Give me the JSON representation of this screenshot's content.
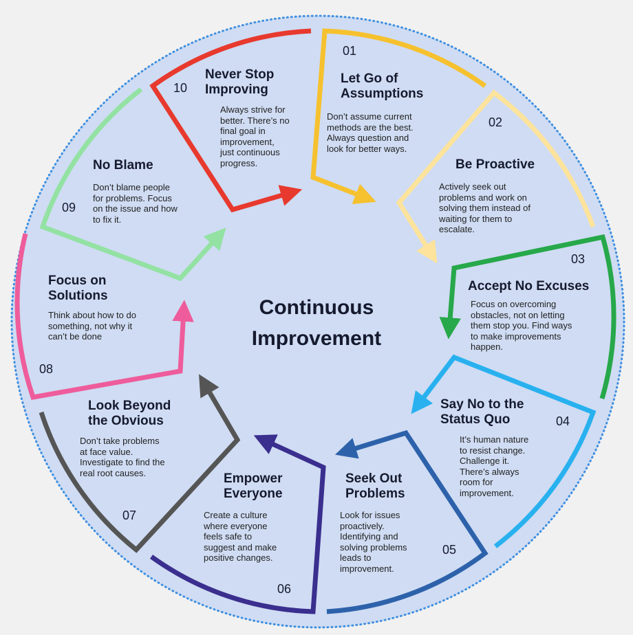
{
  "center_title": "Continuous\nImprovement",
  "steps": [
    {
      "number": "01",
      "title": "Let Go of\nAssumptions",
      "text": "Don’t assume current\nmethods are the best.\nAlways question and\nlook for better ways.",
      "color": "#f6c12e"
    },
    {
      "number": "02",
      "title": "Be Proactive",
      "text": "Actively seek out\nproblems and work on\nsolving them instead of\nwaiting for them to\nescalate.",
      "color": "#fde39b"
    },
    {
      "number": "03",
      "title": "Accept No Excuses",
      "text": "Focus on overcoming\nobstacles, not on letting\nthem stop you. Find ways\nto make improvements\nhappen.",
      "color": "#27a84a"
    },
    {
      "number": "04",
      "title": "Say No to the\nStatus Quo",
      "text": "It’s human nature\nto resist change.\nChallenge it.\nThere’s always\nroom for\nimprovement.",
      "color": "#29b1ef"
    },
    {
      "number": "05",
      "title": "Seek Out\nProblems",
      "text": "Look for issues\nproactively.\nIdentifying and\nsolving problems\nleads to\nimprovement.",
      "color": "#2d62ab"
    },
    {
      "number": "06",
      "title": "Empower\nEveryone",
      "text": "Create a culture\nwhere everyone\nfeels safe to\nsuggest and make\npositive changes.",
      "color": "#3a2e8e"
    },
    {
      "number": "07",
      "title": "Look Beyond\nthe Obvious",
      "text": "Don’t take problems\nat face value.\nInvestigate to find the\nreal root causes.",
      "color": "#555555"
    },
    {
      "number": "08",
      "title": "Focus on\nSolutions",
      "text": "Think about how to do\nsomething, not why it\ncan’t be done",
      "color": "#ee5c9b"
    },
    {
      "number": "09",
      "title": "No Blame",
      "text": "Don’t blame people\nfor problems. Focus\non the issue and how\nto fix it.",
      "color": "#93e2a3"
    },
    {
      "number": "10",
      "title": "Never Stop\nImproving",
      "text": "Always strive for\nbetter. There’s no\nfinal goal in\nimprovement,\njust continuous\nprogress.",
      "color": "#e8392e"
    }
  ]
}
